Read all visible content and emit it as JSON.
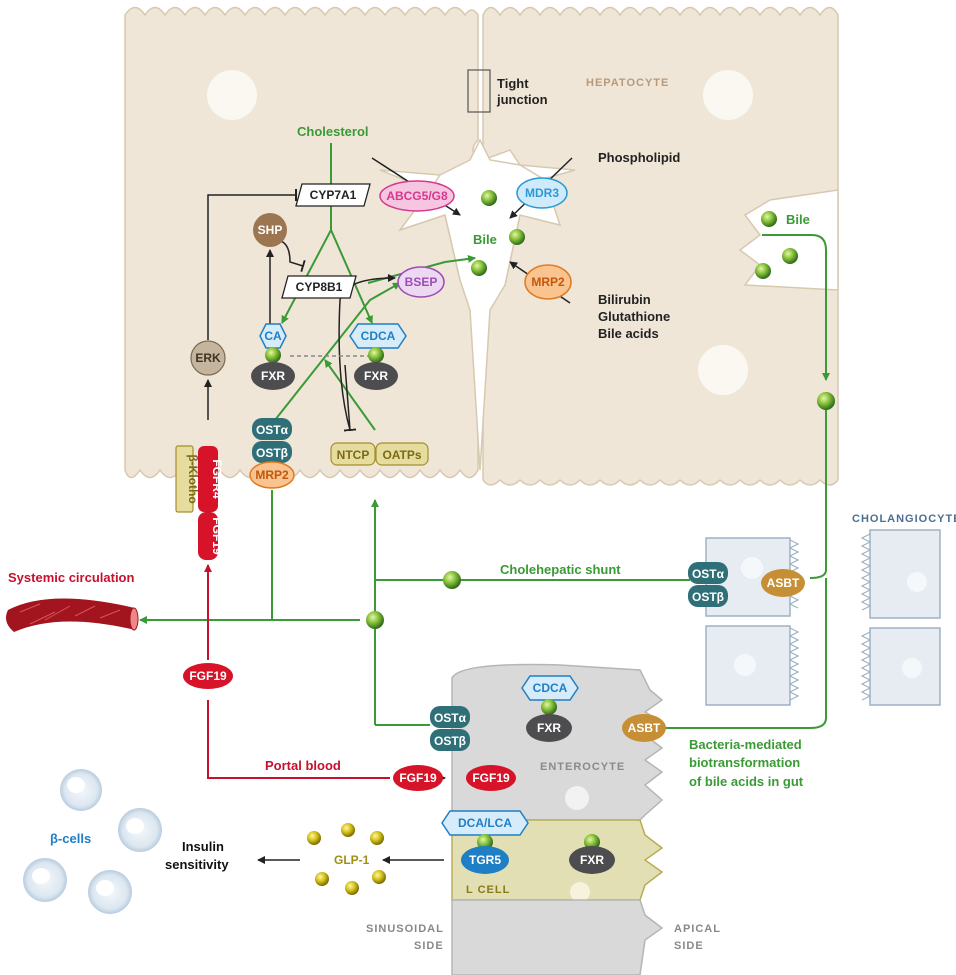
{
  "labels": {
    "hepatocyte": "HEPATOCYTE",
    "tight_junction_1": "Tight",
    "tight_junction_2": "junction",
    "cholesterol": "Cholesterol",
    "phospholipid": "Phospholipid",
    "bile_center": "Bile",
    "bile_duct": "Bile",
    "bilirubin": "Bilirubin",
    "glutathione": "Glutathione",
    "bile_acids": "Bile acids",
    "cholangiocytes": "CHOLANGIOCYTES",
    "systemic_circulation": "Systemic circulation",
    "cholehepatic_shunt": "Cholehepatic shunt",
    "portal_blood": "Portal blood",
    "bacteria_1": "Bacteria-mediated",
    "bacteria_2": "biotransformation",
    "bacteria_3": "of bile acids in gut",
    "enterocyte": "ENTEROCYTE",
    "l_cell": "L CELL",
    "beta_cells": "β-cells",
    "insulin_1": "Insulin",
    "insulin_2": "sensitivity",
    "sinusoidal_1": "SINUSOIDAL",
    "sinusoidal_2": "SIDE",
    "apical_1": "APICAL",
    "apical_2": "SIDE"
  },
  "nodes": {
    "abcg5": "ABCG5/G8",
    "mdr3": "MDR3",
    "bsep": "BSEP",
    "mrp2_apical": "MRP2",
    "cyp7a1": "CYP7A1",
    "cyp8b1": "CYP8B1",
    "shp": "SHP",
    "ca": "CA",
    "cdca_liver": "CDCA",
    "fxr_left": "FXR",
    "fxr_right": "FXR",
    "erk": "ERK",
    "beta_klotho": "β-Klotho",
    "fgfr4": "FGFR4",
    "fgf19_receptor": "FGF19",
    "ost_alpha_liver": "OSTα",
    "ost_beta_liver": "OSTβ",
    "mrp2_baso": "MRP2",
    "ntcp": "NTCP",
    "oatps": "OATPs",
    "ost_alpha_chol": "OSTα",
    "ost_beta_chol": "OSTβ",
    "asbt_chol": "ASBT",
    "fgf19_portal": "FGF19",
    "cdca_entero": "CDCA",
    "fxr_entero": "FXR",
    "ost_alpha_entero": "OSTα",
    "ost_beta_entero": "OSTβ",
    "asbt_entero": "ASBT",
    "fgf19_entero_1": "FGF19",
    "fgf19_entero_2": "FGF19",
    "dca_lca": "DCA/LCA",
    "tgr5": "TGR5",
    "fxr_lcell": "FXR",
    "glp1": "GLP-1"
  },
  "colors": {
    "green": "#3a9a35",
    "red": "#c8102e",
    "blue": "#1f7fc4",
    "teal": "#2f6f78",
    "orange": "#f4a55e",
    "brown": "#9b7650",
    "hepatocyte": "#efe6d8"
  }
}
